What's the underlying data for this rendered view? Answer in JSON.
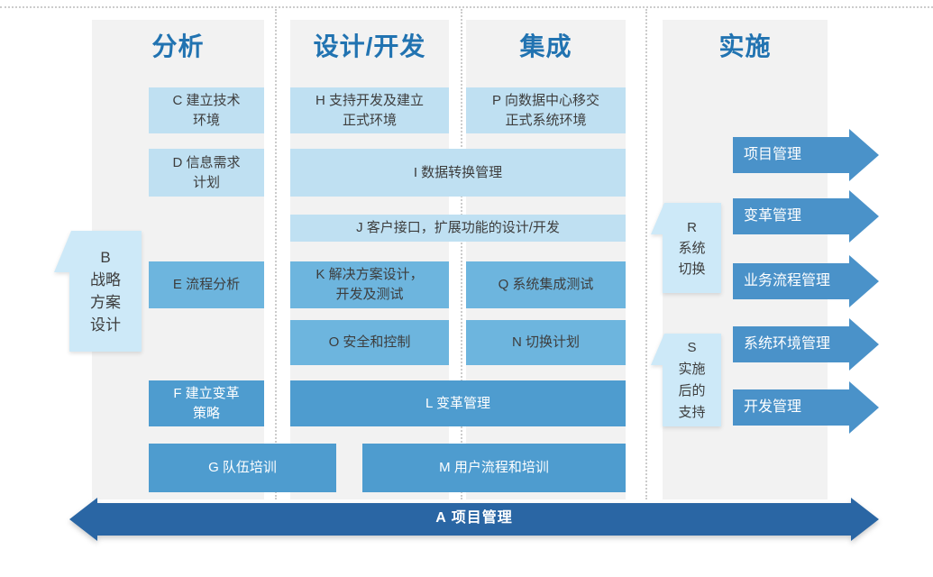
{
  "colors": {
    "header_text": "#2173b1",
    "panel_bg": "#f2f2f2",
    "light_box": "#bfe0f2",
    "mid_box": "#6db5de",
    "strong_box": "#4e9ccf",
    "banner_box": "#cde9f8",
    "side_arrow": "#4a92c9",
    "bottom_arrow": "#2a66a4",
    "dark_text": "#3d3d3d",
    "light_text": "#ffffff",
    "dotted_line": "#cccccc"
  },
  "columns": [
    {
      "header": "分析"
    },
    {
      "header": "设计/开发"
    },
    {
      "header": "集成"
    },
    {
      "header": "实施"
    }
  ],
  "tasks": {
    "C": "C 建立技术\n环境",
    "D": "D 信息需求\n计划",
    "E": "E 流程分析",
    "F": "F 建立变革\n策略",
    "G": "G 队伍培训",
    "H": "H 支持开发及建立\n正式环境",
    "I": "I 数据转换管理",
    "J": "J 客户接口，扩展功能的设计/开发",
    "K": "K 解决方案设计，\n开发及测试",
    "O": "O 安全和控制",
    "L": "L 变革管理",
    "M": "M 用户流程和培训",
    "P": "P 向数据中心移交\n正式系统环境",
    "Q": "Q 系统集成测试",
    "N": "N 切换计划"
  },
  "banners": {
    "B": "B\n战略\n方案\n设计",
    "R": "R\n系统\n切换",
    "S": "S\n实施\n后的\n支持"
  },
  "side_arrows": [
    "项目管理",
    "变革管理",
    "业务流程管理",
    "系统环境管理",
    "开发管理"
  ],
  "bottom_arrow_label": "A 项目管理"
}
